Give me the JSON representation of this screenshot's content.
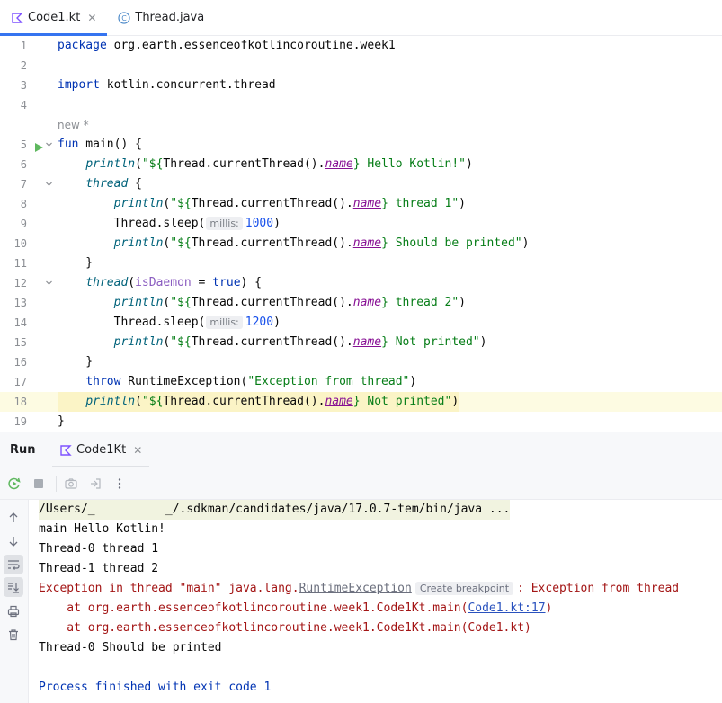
{
  "editor_tabs": [
    {
      "label": "Code1.kt",
      "active": true,
      "icon": "kotlin-file-icon"
    },
    {
      "label": "Thread.java",
      "active": false,
      "icon": "java-class-icon"
    }
  ],
  "code": {
    "inlay_author": "new *",
    "lines": [
      {
        "n": "1",
        "parts": [
          {
            "k": "kw",
            "t": "package"
          },
          {
            "k": "",
            "t": " org.earth.essenceofkotlincoroutine.week1"
          }
        ]
      },
      {
        "n": "2",
        "parts": []
      },
      {
        "n": "3",
        "parts": [
          {
            "k": "kw",
            "t": "import"
          },
          {
            "k": "",
            "t": " kotlin.concurrent.thread"
          }
        ]
      },
      {
        "n": "4",
        "parts": []
      },
      {
        "n": "5",
        "run": true,
        "fold": true,
        "parts": [
          {
            "k": "kw",
            "t": "fun"
          },
          {
            "k": "",
            "t": " main() {"
          }
        ]
      },
      {
        "n": "6",
        "parts": [
          {
            "k": "",
            "t": "    "
          },
          {
            "k": "fn",
            "t": "println"
          },
          {
            "k": "",
            "t": "("
          },
          {
            "k": "str",
            "t": "\"${"
          },
          {
            "k": "",
            "t": "Thread.currentThread()."
          },
          {
            "k": "prop",
            "t": "name"
          },
          {
            "k": "str",
            "t": "}"
          },
          {
            "k": "str",
            "t": " Hello Kotlin!\""
          },
          {
            "k": "",
            "t": ")"
          }
        ]
      },
      {
        "n": "7",
        "fold": true,
        "parts": [
          {
            "k": "",
            "t": "    "
          },
          {
            "k": "fn",
            "t": "thread"
          },
          {
            "k": "",
            "t": " {"
          }
        ]
      },
      {
        "n": "8",
        "parts": [
          {
            "k": "",
            "t": "        "
          },
          {
            "k": "fn",
            "t": "println"
          },
          {
            "k": "",
            "t": "("
          },
          {
            "k": "str",
            "t": "\"${"
          },
          {
            "k": "",
            "t": "Thread.currentThread()."
          },
          {
            "k": "prop",
            "t": "name"
          },
          {
            "k": "str",
            "t": "}"
          },
          {
            "k": "str",
            "t": " thread 1\""
          },
          {
            "k": "",
            "t": ")"
          }
        ]
      },
      {
        "n": "9",
        "parts": [
          {
            "k": "",
            "t": "        Thread.sleep("
          },
          {
            "k": "hint",
            "t": "millis:"
          },
          {
            "k": "num",
            "t": "1000"
          },
          {
            "k": "",
            "t": ")"
          }
        ]
      },
      {
        "n": "10",
        "parts": [
          {
            "k": "",
            "t": "        "
          },
          {
            "k": "fn",
            "t": "println"
          },
          {
            "k": "",
            "t": "("
          },
          {
            "k": "str",
            "t": "\"${"
          },
          {
            "k": "",
            "t": "Thread.currentThread()."
          },
          {
            "k": "prop",
            "t": "name"
          },
          {
            "k": "str",
            "t": "}"
          },
          {
            "k": "str",
            "t": " Should be printed\""
          },
          {
            "k": "",
            "t": ")"
          }
        ]
      },
      {
        "n": "11",
        "parts": [
          {
            "k": "",
            "t": "    }"
          }
        ]
      },
      {
        "n": "12",
        "fold": true,
        "parts": [
          {
            "k": "",
            "t": "    "
          },
          {
            "k": "fn",
            "t": "thread"
          },
          {
            "k": "",
            "t": "("
          },
          {
            "k": "named",
            "t": "isDaemon"
          },
          {
            "k": "",
            "t": " = "
          },
          {
            "k": "kw",
            "t": "true"
          },
          {
            "k": "",
            "t": ") {"
          }
        ]
      },
      {
        "n": "13",
        "parts": [
          {
            "k": "",
            "t": "        "
          },
          {
            "k": "fn",
            "t": "println"
          },
          {
            "k": "",
            "t": "("
          },
          {
            "k": "str",
            "t": "\"${"
          },
          {
            "k": "",
            "t": "Thread.currentThread()."
          },
          {
            "k": "prop",
            "t": "name"
          },
          {
            "k": "str",
            "t": "}"
          },
          {
            "k": "str",
            "t": " thread 2\""
          },
          {
            "k": "",
            "t": ")"
          }
        ]
      },
      {
        "n": "14",
        "parts": [
          {
            "k": "",
            "t": "        Thread.sleep("
          },
          {
            "k": "hint",
            "t": "millis:"
          },
          {
            "k": "num",
            "t": "1200"
          },
          {
            "k": "",
            "t": ")"
          }
        ]
      },
      {
        "n": "15",
        "parts": [
          {
            "k": "",
            "t": "        "
          },
          {
            "k": "fn",
            "t": "println"
          },
          {
            "k": "",
            "t": "("
          },
          {
            "k": "str",
            "t": "\"${"
          },
          {
            "k": "",
            "t": "Thread.currentThread()."
          },
          {
            "k": "prop",
            "t": "name"
          },
          {
            "k": "str",
            "t": "}"
          },
          {
            "k": "str",
            "t": " Not printed\""
          },
          {
            "k": "",
            "t": ")"
          }
        ]
      },
      {
        "n": "16",
        "parts": [
          {
            "k": "",
            "t": "    }"
          }
        ]
      },
      {
        "n": "17",
        "parts": [
          {
            "k": "",
            "t": "    "
          },
          {
            "k": "kw",
            "t": "throw"
          },
          {
            "k": "",
            "t": " RuntimeException("
          },
          {
            "k": "str",
            "t": "\"Exception from thread\""
          },
          {
            "k": "",
            "t": ")"
          }
        ]
      },
      {
        "n": "18",
        "highlight": true,
        "parts": [
          {
            "k": "",
            "t": "    "
          },
          {
            "k": "fn",
            "t": "println"
          },
          {
            "k": "",
            "t": "("
          },
          {
            "k": "str",
            "t": "\"${"
          },
          {
            "k": "",
            "t": "Thread.currentThread()."
          },
          {
            "k": "prop",
            "t": "name"
          },
          {
            "k": "str",
            "t": "}"
          },
          {
            "k": "str",
            "t": " Not printed\""
          },
          {
            "k": "",
            "t": ")"
          }
        ]
      },
      {
        "n": "19",
        "parts": [
          {
            "k": "",
            "t": "}"
          }
        ]
      }
    ]
  },
  "run": {
    "title": "Run",
    "tab_label": "Code1Kt",
    "console": {
      "command": "/Users/_          _/.sdkman/candidates/java/17.0.7-tem/bin/java ...",
      "out1": "main Hello Kotlin!",
      "out2": "Thread-0 thread 1",
      "out3": "Thread-1 thread 2",
      "exc_prefix": "Exception in thread \"main\" java.lang.",
      "exc_class": "RuntimeException",
      "breakpoint_hint": "Create breakpoint",
      "exc_suffix": ": Exception from thread",
      "at1_prefix": "    at org.earth.essenceofkotlincoroutine.week1.Code1Kt.main(",
      "at1_link": "Code1.kt:17",
      "at1_suffix": ")",
      "at2": "    at org.earth.essenceofkotlincoroutine.week1.Code1Kt.main(Code1.kt)",
      "out4": "Thread-0 Should be printed",
      "exit": "Process finished with exit code 1"
    }
  },
  "colors": {
    "accent": "#3574f0",
    "keyword": "#0033b3",
    "string": "#067d17",
    "error": "#a31515",
    "run_green": "#5fb85f"
  }
}
